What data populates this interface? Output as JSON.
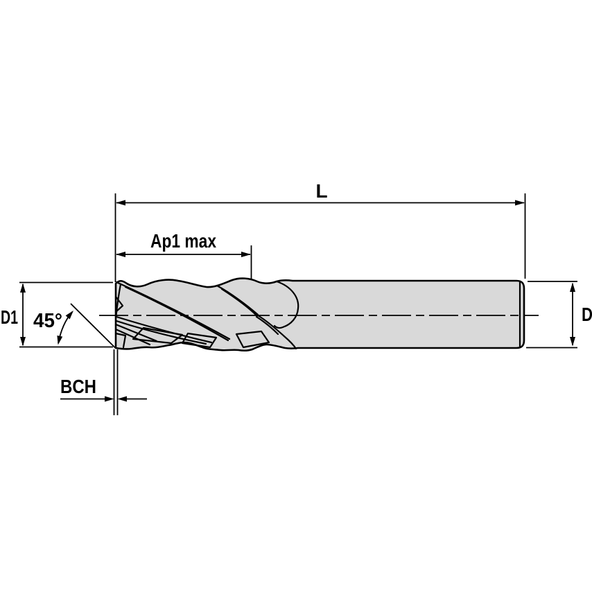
{
  "diagram": {
    "kind": "end-mill-side-view-technical-drawing",
    "labels": {
      "overall_length": "L",
      "max_cutting_depth": "Ap1 max",
      "cutting_diameter": "D1",
      "chamfer_angle": "45°",
      "shank_diameter": "D",
      "corner_chamfer": "BCH"
    },
    "colors": {
      "background": "#ffffff",
      "line": "#000000",
      "tool_fill": "#d9d9d9"
    }
  }
}
